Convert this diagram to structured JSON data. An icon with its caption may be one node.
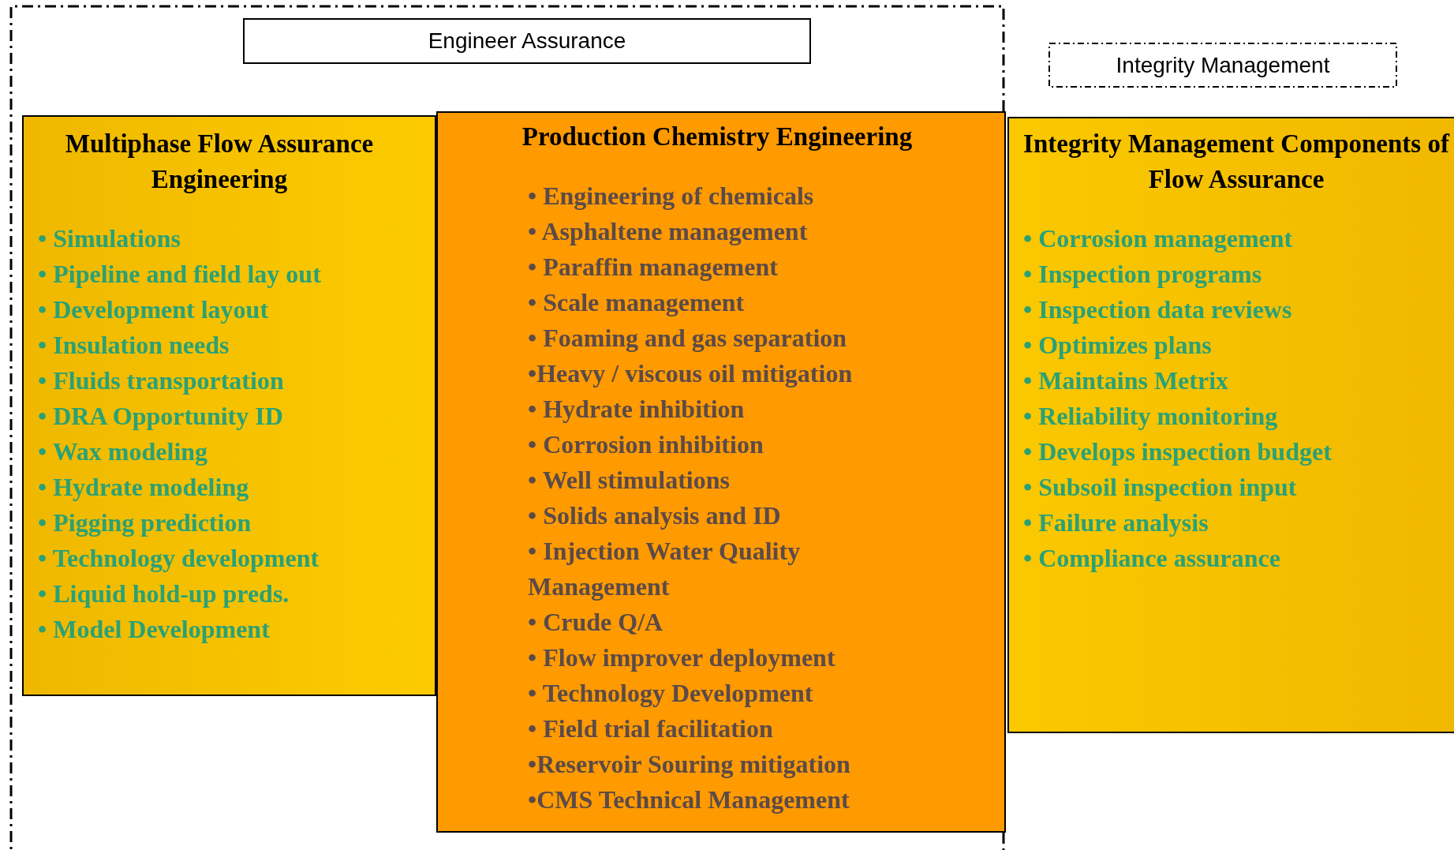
{
  "diagram": {
    "nodes": [
      {
        "text": [],
        "shape": "box"
      },
      {
        "text": [
          "Engineer Assurance"
        ],
        "in": 0
      },
      {
        "text": [
          "Integrity Management"
        ]
      },
      {
        "text": [
          "Multiphase Flow Assurance Engineering",
          "• Simulations",
          "• Pipeline and field lay out",
          "• Development layout",
          "• Insulation needs",
          "• Fluids transportation",
          "• DRA Opportunity ID",
          "• Wax modeling",
          "• Hydrate modeling",
          "• Pigging prediction",
          "• Technology development",
          "• Liquid hold-up preds.",
          "• Model Development"
        ],
        "in": 0
      },
      {
        "text": [
          "Production Chemistry Engineering",
          "• Engineering of chemicals",
          "• Asphaltene management",
          "• Paraffin management",
          "• Scale management",
          "• Foaming and gas separation",
          "•Heavy / viscous oil mitigation",
          "• Hydrate inhibition",
          "• Corrosion inhibition",
          "• Well stimulations",
          "• Solids analysis and ID",
          "• Injection Water Quality Management",
          "• Crude Q/A",
          "• Flow improver deployment",
          "• Technology Development",
          "• Field trial facilitation",
          "•Reservoir Souring mitigation",
          "•CMS Technical Management"
        ],
        "in": 0
      },
      {
        "text": [
          "Integrity Management Components of Flow Assurance",
          "• Corrosion management",
          "• Inspection programs",
          "• Inspection data reviews",
          "• Optimizes plans",
          "• Maintains Metrix",
          "• Reliability monitoring",
          "• Develops inspection budget",
          "• Subsoil inspection input",
          "• Failure analysis",
          "• Compliance assurance"
        ]
      }
    ],
    "edges": []
  }
}
